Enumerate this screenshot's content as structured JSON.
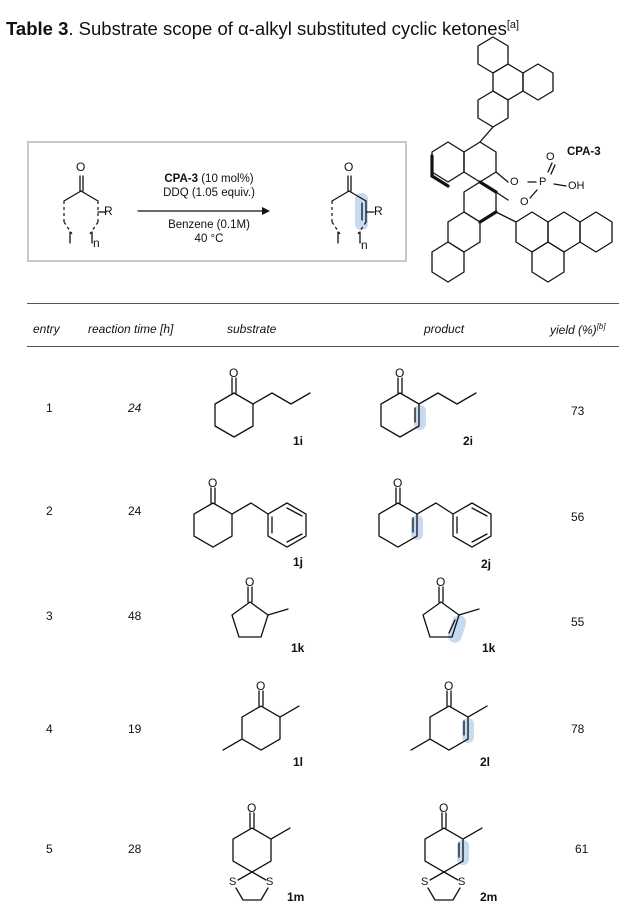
{
  "title": {
    "label": "Table 3",
    "text": ". Substrate scope of α-alkyl substituted cyclic ketones",
    "note": "[a]"
  },
  "scheme": {
    "reagent_bold": "CPA-3",
    "reagent_load": "(10 mol%)",
    "oxidant": "DDQ (1.05 equiv.)",
    "solvent": "Benzene (0.1M)",
    "temperature": "40 °C",
    "catalyst_label": "CPA-3",
    "atoms": {
      "carbonyl_o": "O",
      "r_group": "R",
      "n_index": "n",
      "phosphate_o1": "O",
      "phosphate_p": "P",
      "phosphate_o2": "O",
      "phosphate_oh": "OH",
      "phosphate_dbo": "O"
    }
  },
  "table": {
    "headers": {
      "entry": "entry",
      "time": "reaction time [h]",
      "substrate": "substrate",
      "product": "product",
      "yield": "yield (%)",
      "yield_note": "[b]"
    },
    "rows": [
      {
        "entry": "1",
        "time": "24",
        "substrate": "1i",
        "product": "2i",
        "yield": "73"
      },
      {
        "entry": "2",
        "time": "24",
        "substrate": "1j",
        "product": "2j",
        "yield": "56"
      },
      {
        "entry": "3",
        "time": "48",
        "substrate": "1k",
        "product": "1k",
        "yield": "55"
      },
      {
        "entry": "4",
        "time": "19",
        "substrate": "1l",
        "product": "2l",
        "yield": "78"
      },
      {
        "entry": "5",
        "time": "28",
        "substrate": "1m",
        "product": "2m",
        "yield": "61"
      }
    ],
    "atoms": {
      "o": "O",
      "s": "S"
    }
  },
  "colors": {
    "highlight": "#bcd4ee",
    "box_border": "#c8c8c8"
  }
}
